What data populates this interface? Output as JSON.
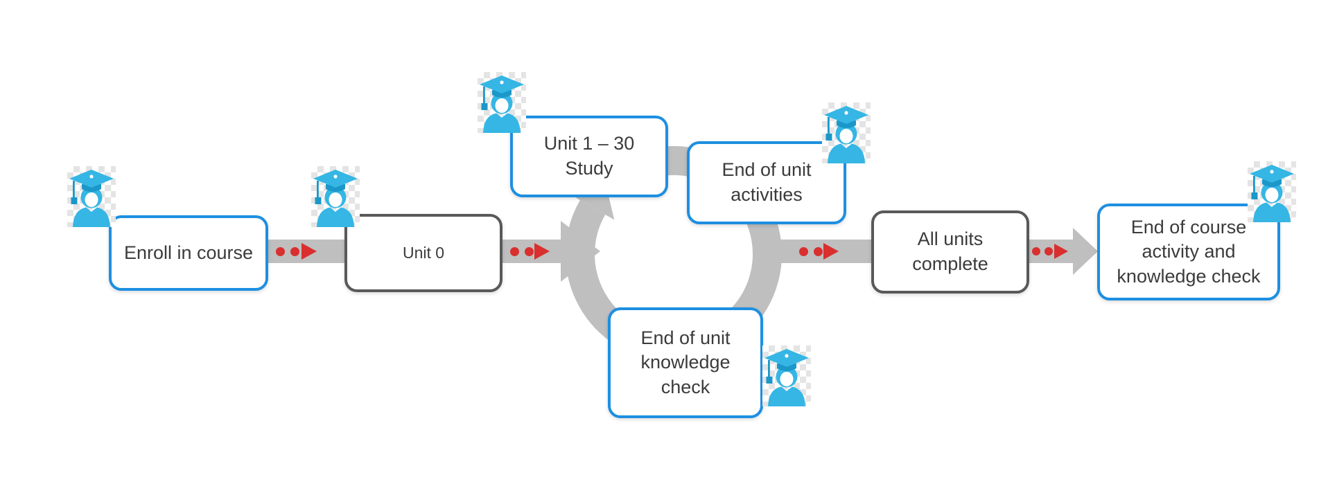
{
  "diagram": {
    "nodes": [
      {
        "id": "enroll",
        "label": "Enroll in course",
        "style": "blue"
      },
      {
        "id": "unit0",
        "label": "Unit 0",
        "style": "gray"
      },
      {
        "id": "study",
        "label": "Unit 1 – 30\nStudy",
        "style": "blue"
      },
      {
        "id": "activities",
        "label": "End of unit\nactivities",
        "style": "blue"
      },
      {
        "id": "knowledge",
        "label": "End of unit\nknowledge\ncheck",
        "style": "blue"
      },
      {
        "id": "allunits",
        "label": "All units\ncomplete",
        "style": "gray"
      },
      {
        "id": "endcourse",
        "label": "End of course\nactivity and\nknowledge check",
        "style": "blue"
      }
    ],
    "icons": {
      "student": "graduate-student-icon",
      "cycle": "cycle-arrow-icon"
    },
    "colors": {
      "box_blue_border": "#1d8fe1",
      "box_gray_border": "#595959",
      "arrow_gray": "#bfbfbf",
      "accent_red": "#d92f2f",
      "icon_cyan": "#35b6e4",
      "icon_cyan_dark": "#1b98c9",
      "text": "#3b3b3b"
    }
  }
}
